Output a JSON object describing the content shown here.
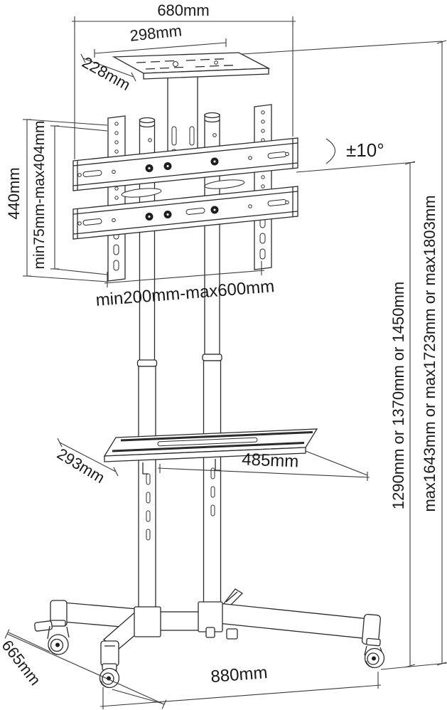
{
  "diagram": {
    "kind": "tv-mobile-cart-dimension-drawing",
    "colors": {
      "line": "#2b2b2b",
      "text": "#1a1a1a",
      "background": "#ffffff"
    },
    "labels": {
      "overall_width": "680mm",
      "top_tray_width": "298mm",
      "top_tray_depth": "228mm",
      "bracket_height": "440mm",
      "vesa_vertical_range": "min75mm-max404mm",
      "tilt_angle": "±10°",
      "vesa_horizontal_range": "min200mm-max600mm",
      "shelf_depth": "293mm",
      "shelf_width": "485mm",
      "column_height_options": "1290mm or 1370mm or 1450mm",
      "max_height_options": "max1643mm or max1723mm or max1803mm",
      "base_depth": "665mm",
      "base_width": "880mm"
    }
  }
}
